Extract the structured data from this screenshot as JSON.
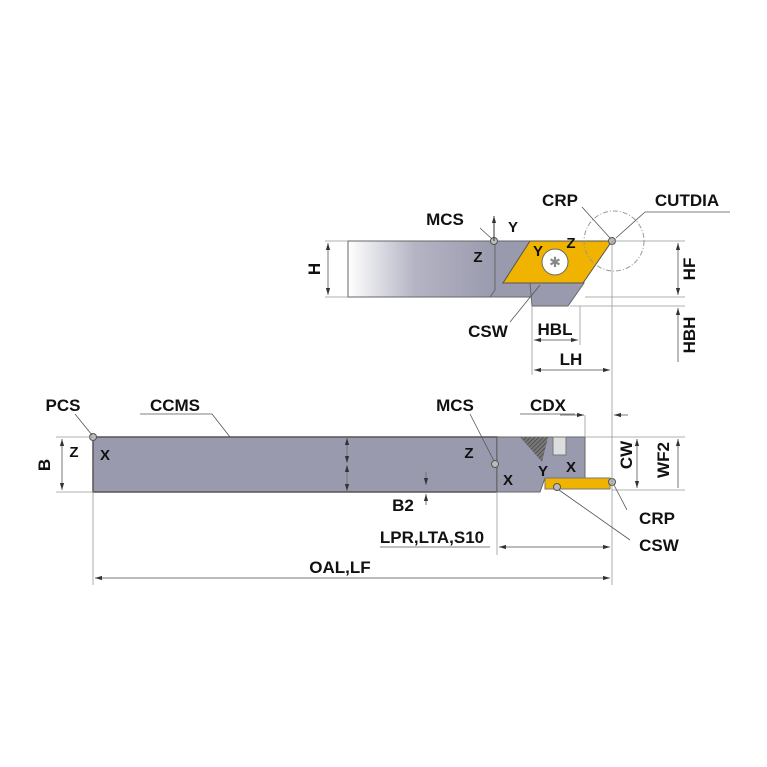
{
  "colors": {
    "shank": "#9c9cb0",
    "shank_light": "#ffffff",
    "insert": "#f0b400",
    "edge": "#444444"
  },
  "top_view": {
    "labels": {
      "mcs": "MCS",
      "crp": "CRP",
      "cutdia": "CUTDIA",
      "csw": "CSW",
      "h": "H",
      "hf": "HF",
      "hbh": "HBH",
      "hbl": "HBL",
      "lh": "LH"
    },
    "axes": {
      "mcs_y": "Y",
      "mcs_z": "Z",
      "csw_y": "Y",
      "csw_z": "Z"
    }
  },
  "side_view": {
    "labels": {
      "pcs": "PCS",
      "ccms": "CCMS",
      "mcs": "MCS",
      "cdx": "CDX",
      "b": "B",
      "b2": "B2",
      "cw": "CW",
      "wf2": "WF2",
      "crp": "CRP",
      "csw": "CSW",
      "lpr": "LPR,LTA,S10",
      "oal": "OAL,LF"
    },
    "axes": {
      "pcs_z": "Z",
      "pcs_x": "X",
      "mcs_z": "Z",
      "mcs_x": "X",
      "csw_y": "Y",
      "csw_x": "X"
    }
  }
}
